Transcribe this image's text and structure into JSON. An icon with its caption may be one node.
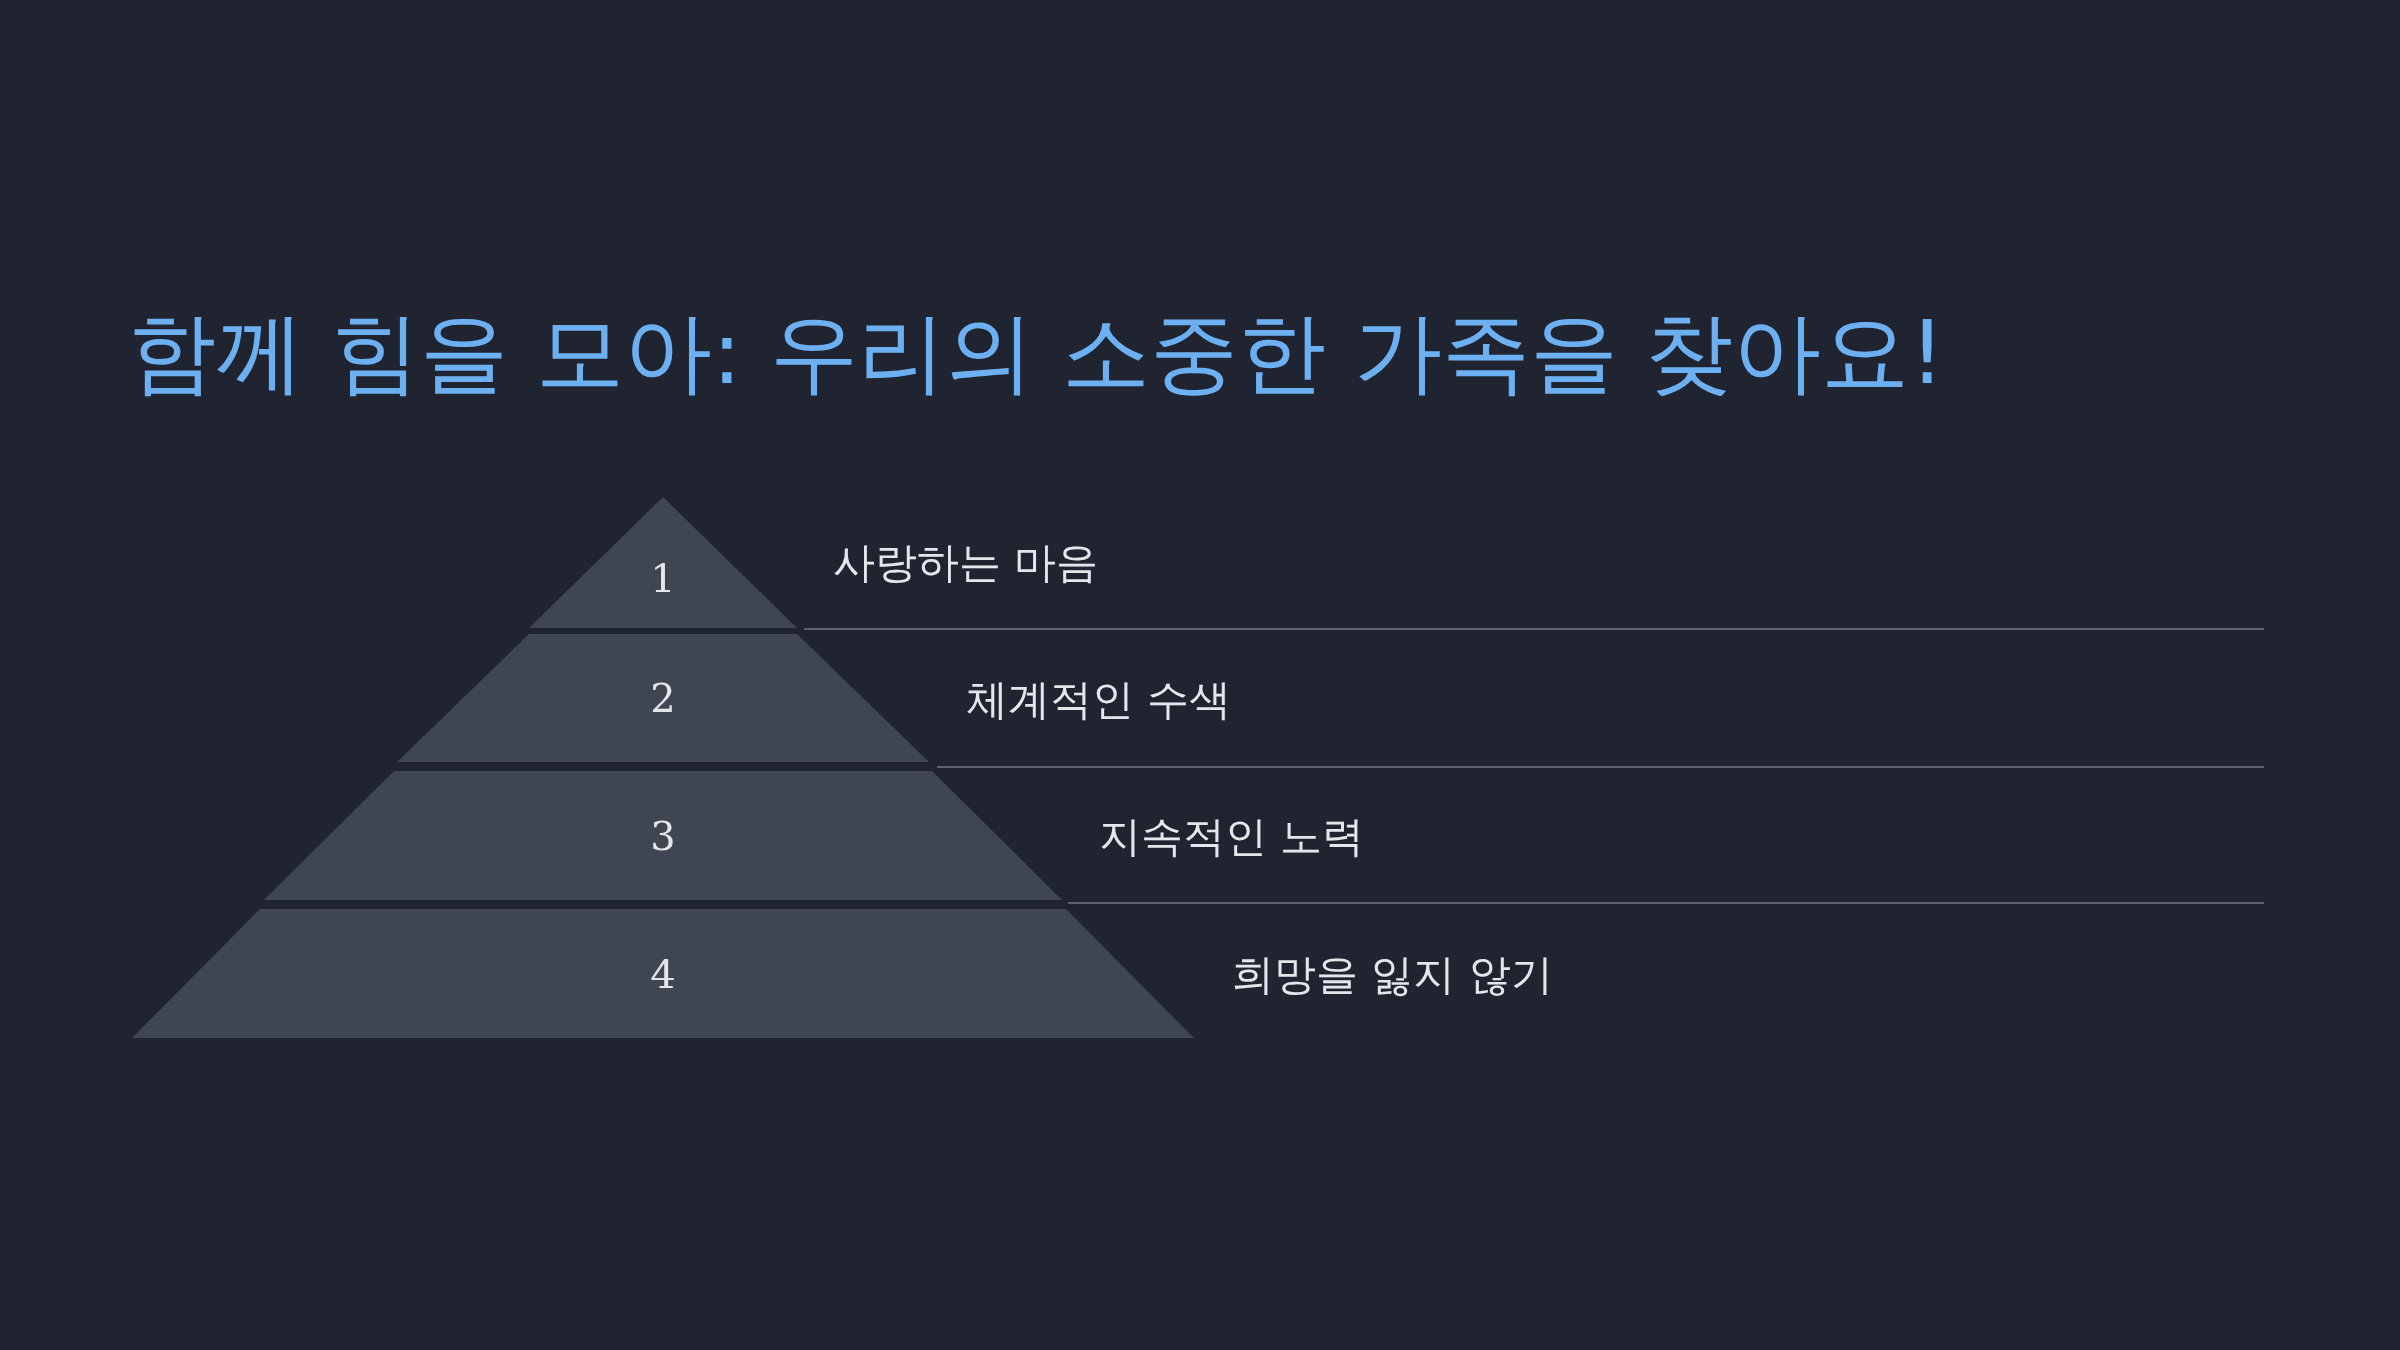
{
  "diagram": {
    "title": "함께 힘을 모아: 우리의 소중한 가족을 찾아요!",
    "nodes": [
      {
        "text": [
          "1"
        ],
        "beside": [
          "사랑하는 마음"
        ]
      },
      {
        "text": [
          "2"
        ],
        "beside": [
          "체계적인 수색"
        ]
      },
      {
        "text": [
          "3"
        ],
        "beside": [
          "지속적인 노력"
        ]
      },
      {
        "text": [
          "4"
        ],
        "beside": [
          "희망을 잃지 않기"
        ]
      }
    ]
  }
}
